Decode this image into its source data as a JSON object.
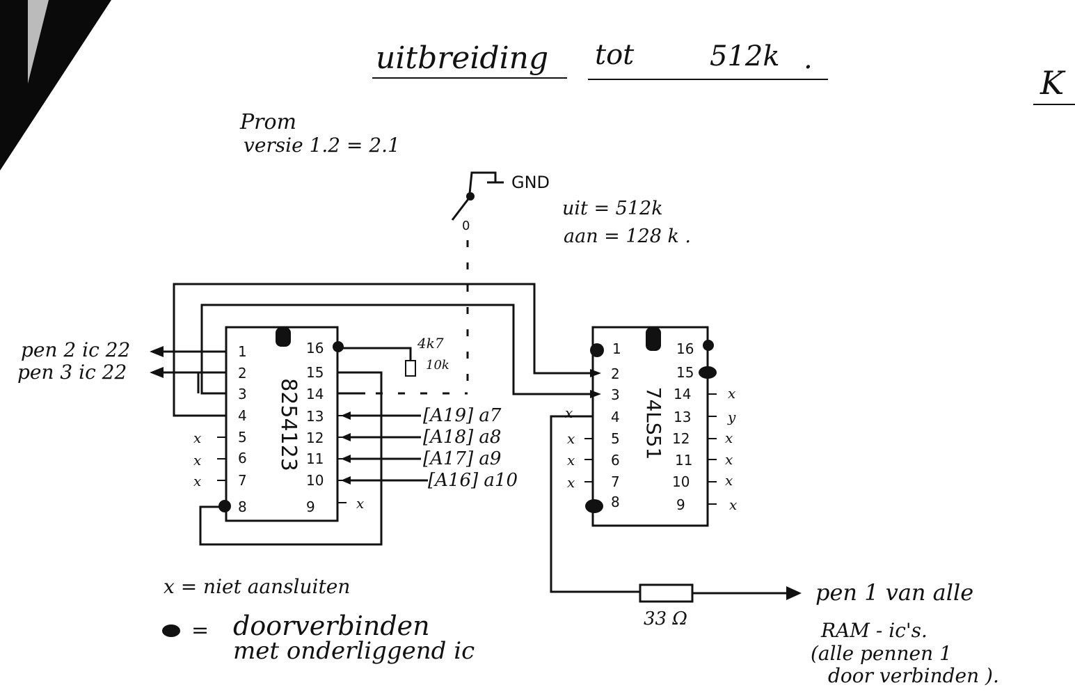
{
  "title": {
    "word1": "uitbreiding",
    "word2": "tot",
    "word3": "512k",
    "mark": "."
  },
  "corner_mark": "K",
  "prom": {
    "line1": "Prom",
    "line2": "versie  1.2 = 2.1"
  },
  "switch": {
    "gnd": "GND",
    "pos_label": "0",
    "uit": "uit = 512k",
    "aan": "aan = 128 k ."
  },
  "ic_left": {
    "name": "8254123",
    "pins_left": [
      "1",
      "2",
      "3",
      "4",
      "5",
      "6",
      "7",
      "8"
    ],
    "pins_right": [
      "16",
      "15",
      "14",
      "13",
      "12",
      "11",
      "10",
      "9"
    ],
    "nc_left": [
      "x",
      "x",
      "x"
    ],
    "nc_right": "x",
    "inputs_left": [
      "pen 2  ic 22",
      "pen 3  ic 22"
    ],
    "addr_inputs": [
      "[A19] a7",
      "[A18] a8",
      "[A17] a9",
      "[A16] a10"
    ],
    "pullup": {
      "r1": "4k7",
      "r2": "10k"
    }
  },
  "ic_right": {
    "name": "74LS51",
    "pins_left": [
      "1",
      "2",
      "3",
      "4",
      "5",
      "6",
      "7",
      "8"
    ],
    "pins_right": [
      "16",
      "15",
      "14",
      "13",
      "12",
      "11",
      "10",
      "9"
    ],
    "nc_left": [
      "x",
      "x",
      "x",
      "x"
    ],
    "nc_right": [
      "x",
      "y",
      "x",
      "x",
      "x",
      "x"
    ]
  },
  "resistor": "33 Ω",
  "output": {
    "line1": "pen 1 van alle",
    "line2": "RAM - ic's.",
    "line3": "(alle pennen 1",
    "line4": "door verbinden )."
  },
  "legend": {
    "x_eq": "x = niet aansluiten",
    "dot_sym": "=",
    "dot_line1": "doorverbinden",
    "dot_line2": "met onderliggend ic"
  }
}
